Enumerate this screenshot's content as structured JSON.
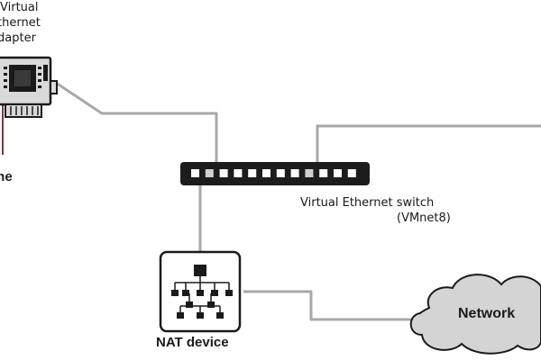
{
  "adapter": {
    "label_line1": "Virtual",
    "label_line2": "thernet",
    "label_line3": "dapter"
  },
  "machine": {
    "label": "ine"
  },
  "switch": {
    "label": "Virtual Ethernet switch",
    "sublabel": "(VMnet8)",
    "port_count": 12
  },
  "nat": {
    "label": "NAT device"
  },
  "cloud": {
    "label": "Network"
  },
  "colors": {
    "cable": "#a8a8a8",
    "device_stroke": "#1a1a1a",
    "switch_body": "#1c1c1c",
    "board": "#d9d9d9",
    "machine_line": "#7a3b3b"
  }
}
